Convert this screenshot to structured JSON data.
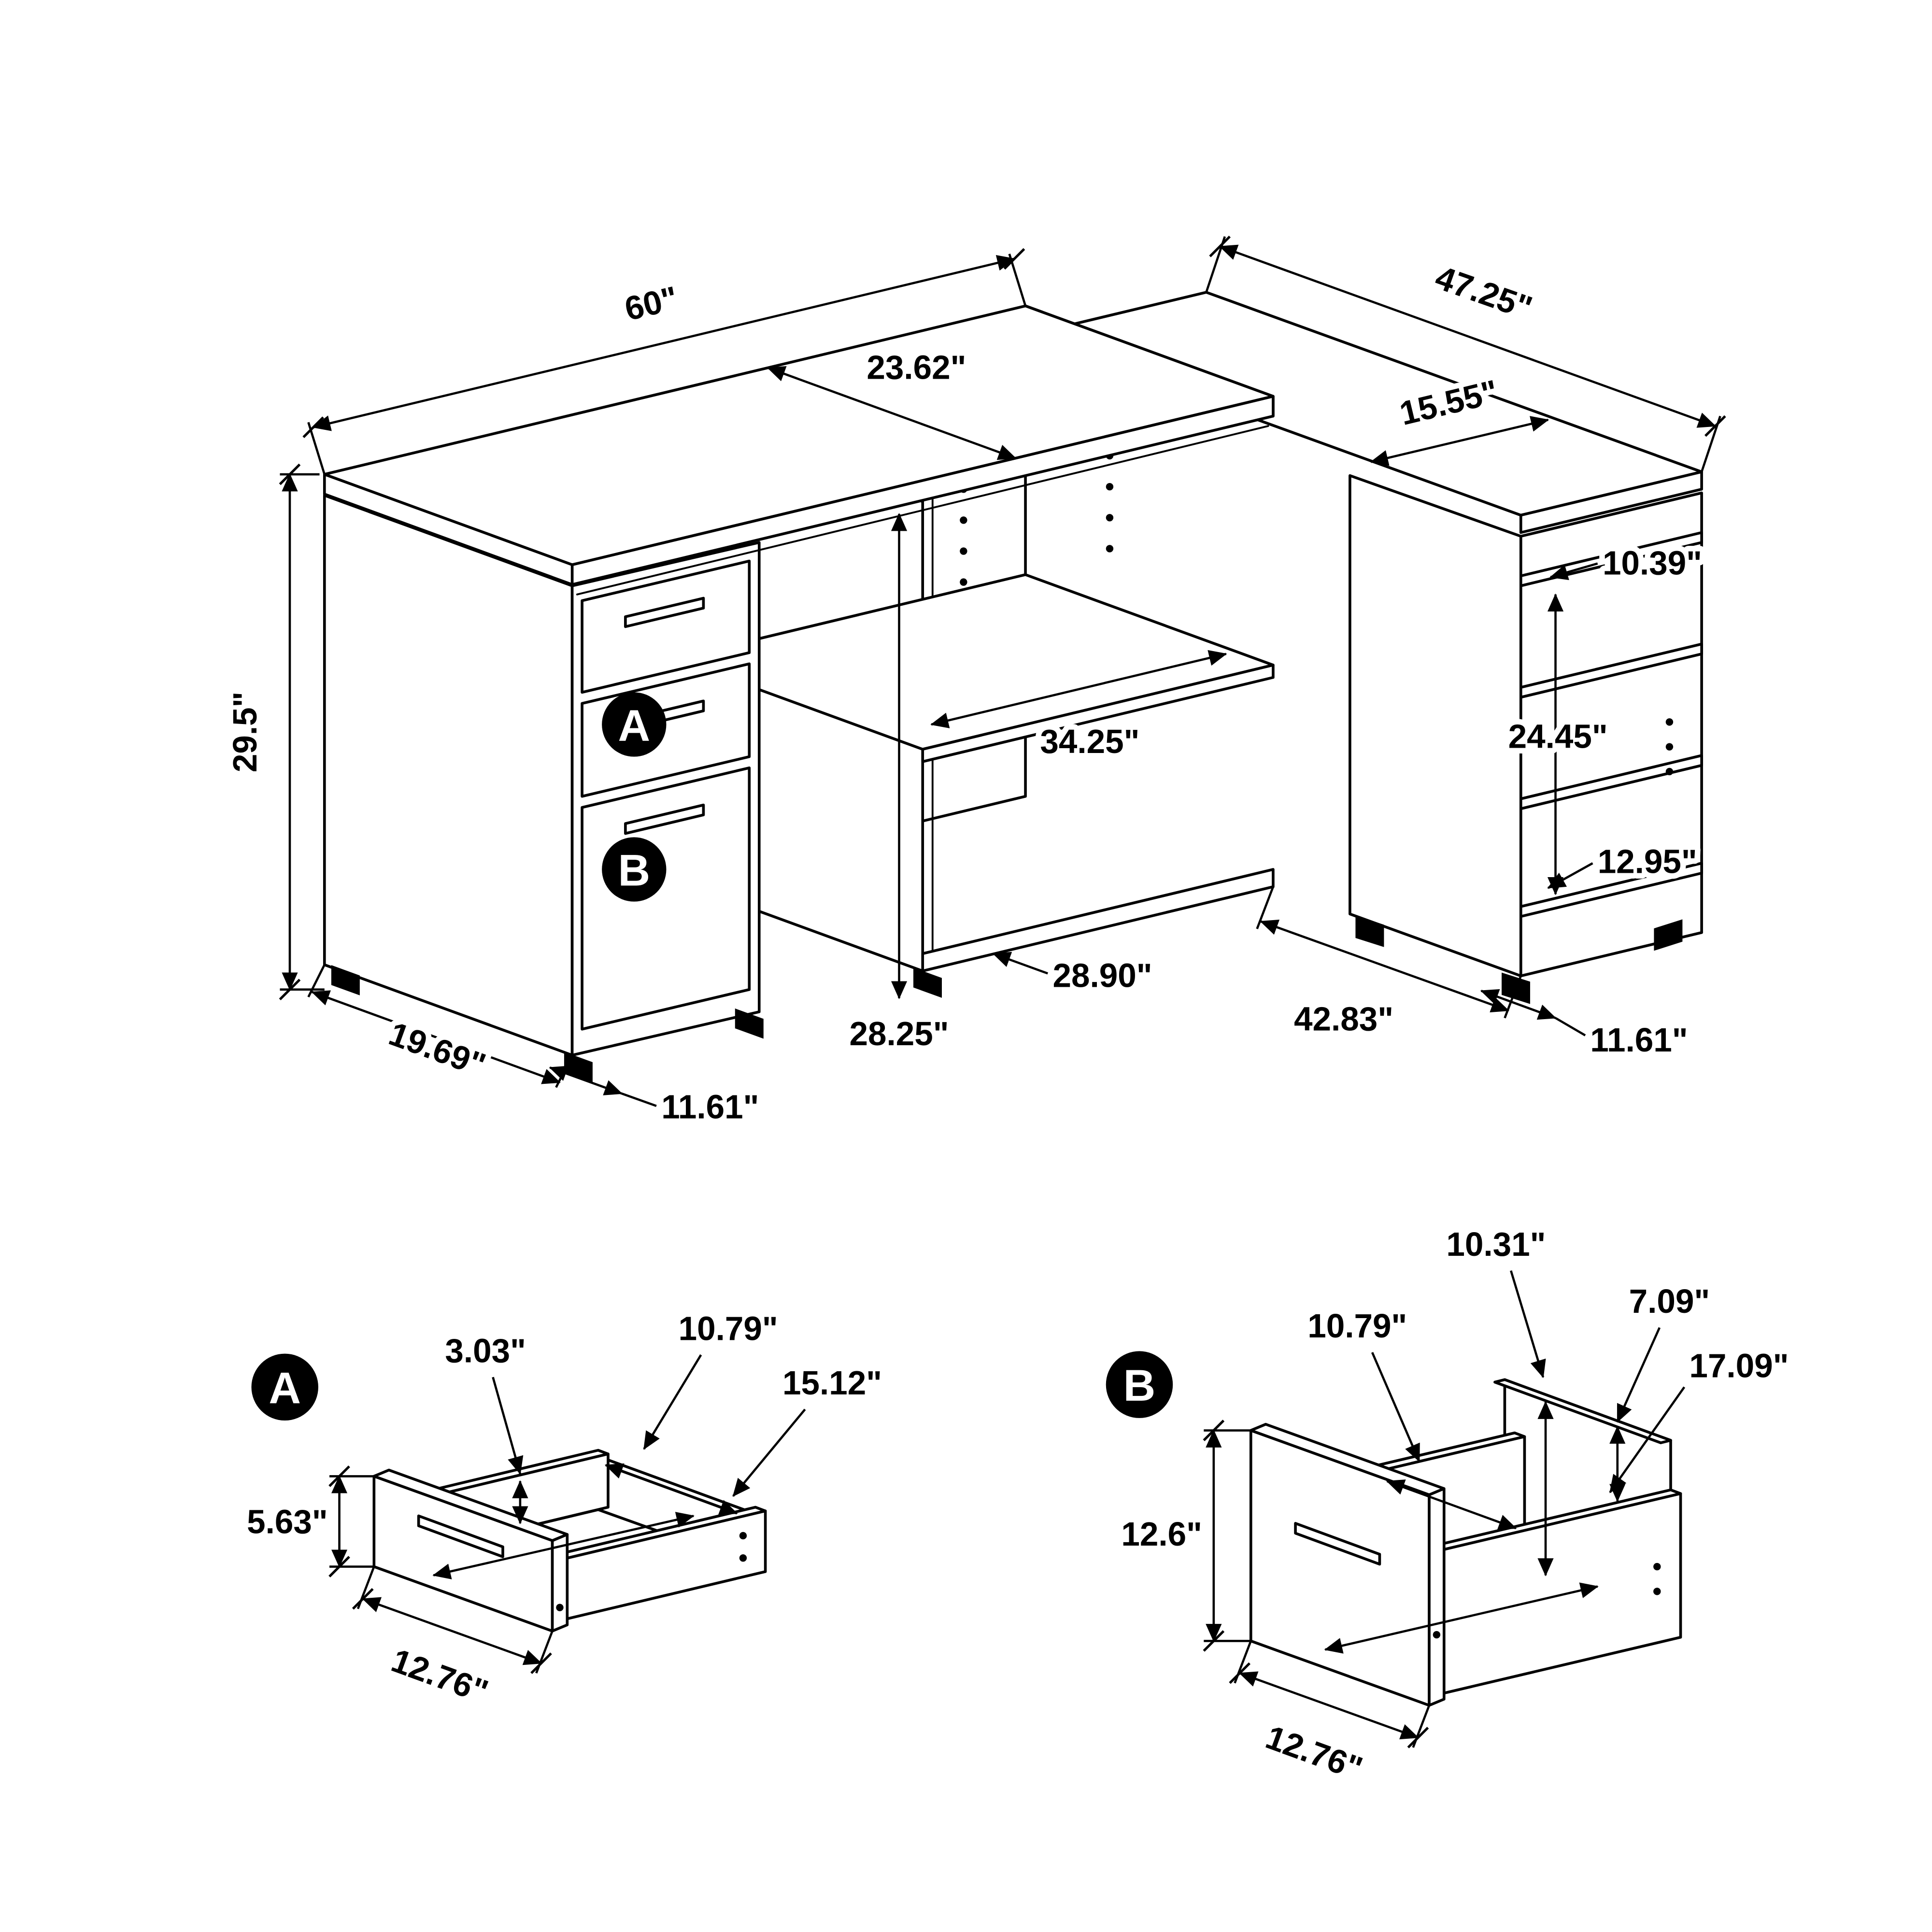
{
  "page": {
    "background": "#ffffff",
    "line_color": "#000000",
    "badge_fill": "#000000",
    "badge_text_color": "#ffffff"
  },
  "main_view": {
    "dims": {
      "top_length": "60\"",
      "return_length": "47.25\"",
      "desktop_depth": "23.62\"",
      "return_top_width": "15.55\"",
      "overall_height": "29.5\"",
      "shelf_opening_width": "34.25\"",
      "hutch_shelf_top_depth": "10.39\"",
      "hutch_opening_height": "24.45\"",
      "hutch_shelf_bottom_depth": "12.95\"",
      "kneehole_height": "28.25\"",
      "kneehole_width": "28.90\"",
      "return_base_length": "42.83\"",
      "pedestal_depth": "19.69\"",
      "pedestal_foot_width": "11.61\"",
      "hutch_foot_width": "11.61\""
    },
    "markers": {
      "a": "A",
      "b": "B"
    }
  },
  "drawer_a_view": {
    "marker": "A",
    "dims": {
      "inner_height": "3.03\"",
      "inner_width": "10.79\"",
      "inner_depth": "15.12\"",
      "front_height": "5.63\"",
      "front_width": "12.76\""
    }
  },
  "drawer_b_view": {
    "marker": "B",
    "dims": {
      "back_height": "10.31\"",
      "back_gap": "7.09\"",
      "inner_width": "10.79\"",
      "inner_depth": "17.09\"",
      "front_height": "12.6\"",
      "front_width": "12.76\""
    }
  }
}
